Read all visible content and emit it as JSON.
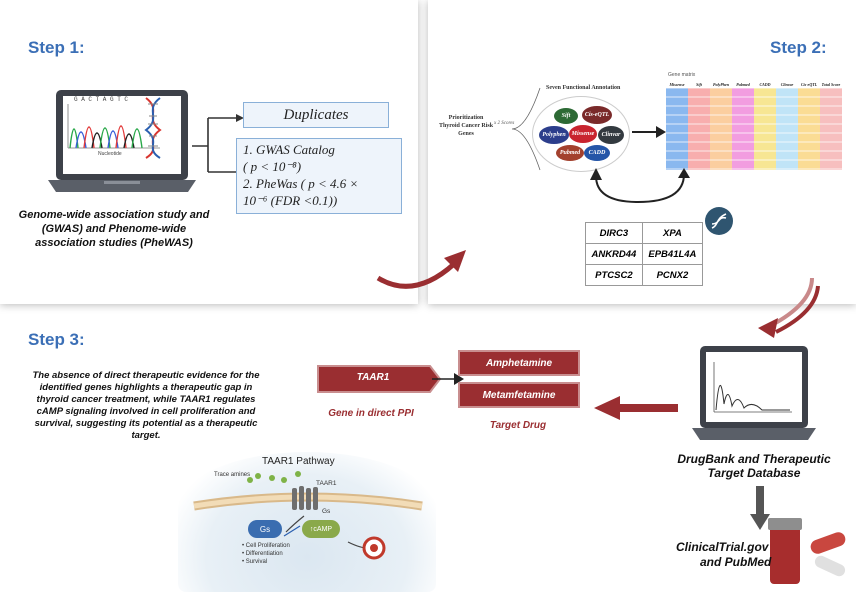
{
  "steps": {
    "step1": "Step 1:",
    "step2": "Step 2:",
    "step3": "Step 3:"
  },
  "step1": {
    "laptop_caption": "Genome-wide association study and (GWAS) and Phenome-wide association studies (PheWAS)",
    "chromatogram_top": "G A C T A G T C",
    "chromatogram_axis": "Nucleotide",
    "duplicates_label": "Duplicates",
    "catalog_line1": "1. GWAS Catalog",
    "catalog_line2": "( p < 10⁻⁸)",
    "catalog_line3": "2. PheWas ( p < 4.6 ×",
    "catalog_line4": "10⁻⁶   (FDR <0.1))"
  },
  "step2": {
    "prioritization_text": "Prioritization Thyroid Cancer Risk Genes",
    "scores_text": "x 2 Scores",
    "annotation_title": "Seven Functional Annotation",
    "annotations": [
      "Sift",
      "Cis-eQTL",
      "Polyphen",
      "Missense",
      "Clinvar",
      "Pubmed",
      "CADD"
    ],
    "matrix_title": "Gene matrix",
    "matrix_headers": [
      "Missense",
      "Sift",
      "PolyPhen",
      "Pubmed",
      "CADD",
      "Clinvar",
      "Cis-eQTL",
      "Total Score"
    ],
    "matrix_colors": [
      "#2a7de1",
      "#f26b6b",
      "#f7a650",
      "#e84cc6",
      "#f0d23a",
      "#8ccdf0",
      "#f6c03c",
      "#f08a8a"
    ],
    "genes": [
      [
        "DIRC3",
        "XPA"
      ],
      [
        "ANKRD44",
        "EPB41L4A"
      ],
      [
        "PTCSC2",
        "PCNX2"
      ]
    ]
  },
  "step3": {
    "description": "The absence of direct therapeutic evidence for the identified genes highlights a therapeutic gap in thyroid cancer treatment, while TAAR1 regulates cAMP signaling involved in cell proliferation and survival, suggesting its potential as a therapeutic target.",
    "gene_box": "TAAR1",
    "gene_caption": "Gene in direct PPI",
    "drugs": [
      "Amphetamine",
      "Metamfetamine"
    ],
    "drug_caption": "Target Drug",
    "pathway_title": "TAAR1 Pathway",
    "trace_amines": "Trace amines",
    "receptor": "TAAR1",
    "gs_small": "Gs",
    "gs_big": "Gs",
    "camp": "↑cAMP",
    "effects": [
      "• Cell Proliferation",
      "• Differentiation",
      "• Survival"
    ],
    "drugbank_caption": "DrugBank and Therapeutic Target Database",
    "clinical_line1": "ClinicalTrial.gov",
    "clinical_line2": "and PubMed"
  },
  "colors": {
    "step_blue": "#3b6fb6",
    "accent_red": "#9a2e31"
  }
}
